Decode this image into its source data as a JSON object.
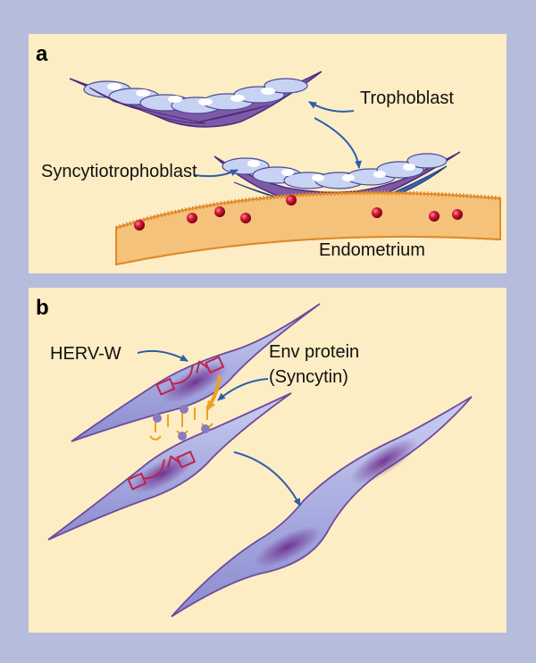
{
  "colors": {
    "frame": "#b6bddc",
    "panel": "#fdedc4",
    "cell_fill": "#9a9bd6",
    "nucleus": "#6e2f8c",
    "endometrium": "#f4c27b",
    "endometrium_edge": "#e08a2a",
    "arrow": "#2e5ea8",
    "herv": "#c0224a",
    "env_protein": "#f0a020",
    "blood_cell": "#c4122e"
  },
  "panel_a": {
    "label": "a",
    "trophoblast_label": "Trophoblast",
    "syncytiotrophoblast_label": "Syncytiotrophoblast",
    "endometrium_label": "Endometrium"
  },
  "panel_b": {
    "label": "b",
    "herv_label": "HERV-W",
    "env_label_line1": "Env protein",
    "env_label_line2": "(Syncytin)"
  },
  "icons": {
    "trophoblast_layer": "trophoblast-cell-layer",
    "syncytium": "syncytiotrophoblast-layer",
    "endometrium": "endometrium-tissue",
    "blood_cell": "red-blood-cell",
    "herv_gene": "herv-w-provirus",
    "env_protein": "env-protein-syncytin",
    "fused_cell": "fused-syncytial-cell"
  }
}
